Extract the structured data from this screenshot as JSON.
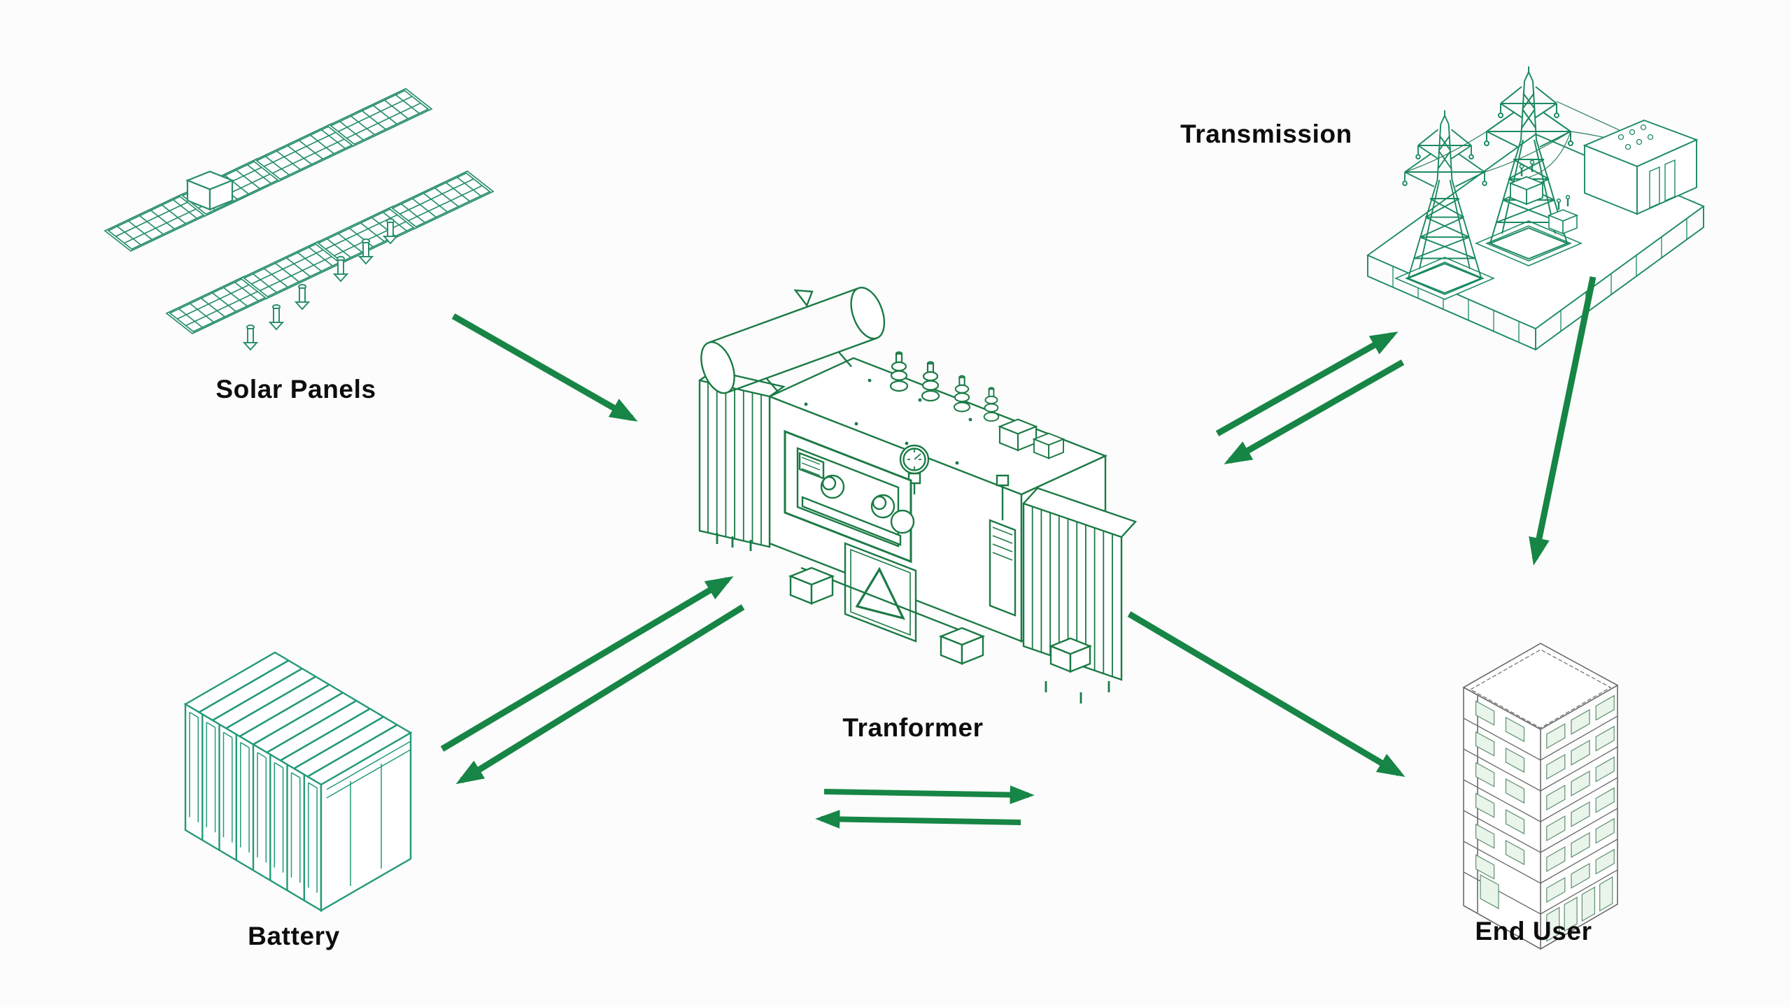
{
  "diagram": {
    "type": "energy-system-flow",
    "background_color": "#fcfcfc",
    "arrow_color": "#178545",
    "label_color": "#0d0d0d",
    "nodes": [
      {
        "id": "solar-panels",
        "label": "Solar Panels",
        "art": "isometric solar panel array line drawing",
        "art_color": "#2a8f6d",
        "position": "top-left"
      },
      {
        "id": "transformer",
        "label": "Tranformer",
        "art": "isometric distribution transformer line drawing",
        "art_color": "#1b7a45",
        "position": "center"
      },
      {
        "id": "transmission",
        "label": "Transmission",
        "art": "isometric transmission pylons with substation line drawing",
        "art_color": "#1b8a60",
        "position": "top-right"
      },
      {
        "id": "battery",
        "label": "Battery",
        "art": "isometric battery storage container line drawing",
        "art_color": "#23997a",
        "position": "bottom-left"
      },
      {
        "id": "end-user",
        "label": "End User",
        "art": "isometric multi-storey building line drawing",
        "art_color": "#6b6b6b",
        "position": "bottom-right"
      }
    ],
    "edges": [
      {
        "from": "solar-panels",
        "to": "transformer",
        "style": "single-arrow"
      },
      {
        "from": "battery",
        "to": "transformer",
        "style": "paired-two-way-arrows"
      },
      {
        "from": "transformer",
        "to": "transmission",
        "style": "paired-two-way-arrows"
      },
      {
        "from": "transmission",
        "to": "end-user",
        "style": "single-arrow"
      },
      {
        "from": "transformer",
        "to": "end-user",
        "style": "single-arrow"
      },
      {
        "from": "transformer",
        "to": "end-user",
        "style": "paired-two-way-arrows",
        "placement": "horizontal pair below Tranformer label"
      }
    ]
  }
}
